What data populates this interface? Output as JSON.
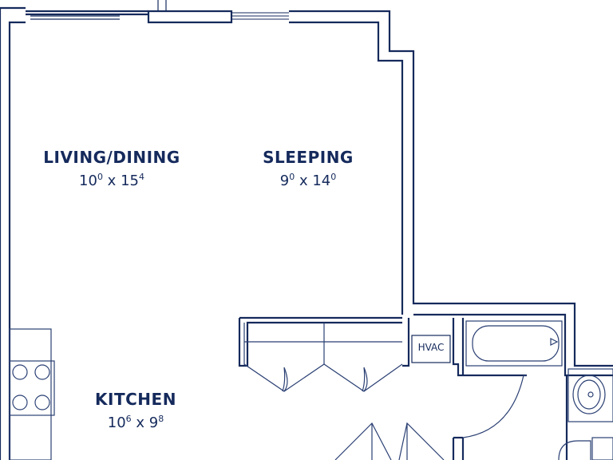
{
  "colors": {
    "wall": "#152a5c",
    "fixture": "#2a3f73",
    "background": "#ffffff"
  },
  "rooms": {
    "living": {
      "name": "LIVING/DINING",
      "dim_a": "10",
      "dim_a_sup": "0",
      "sep": "x",
      "dim_b": "15",
      "dim_b_sup": "4"
    },
    "sleeping": {
      "name": "SLEEPING",
      "dim_a": "9",
      "dim_a_sup": "0",
      "sep": "x",
      "dim_b": "14",
      "dim_b_sup": "0"
    },
    "kitchen": {
      "name": "KITCHEN",
      "dim_a": "10",
      "dim_a_sup": "6",
      "sep": "x",
      "dim_b": "9",
      "dim_b_sup": "8"
    }
  },
  "hvac": {
    "label": "HVAC"
  }
}
